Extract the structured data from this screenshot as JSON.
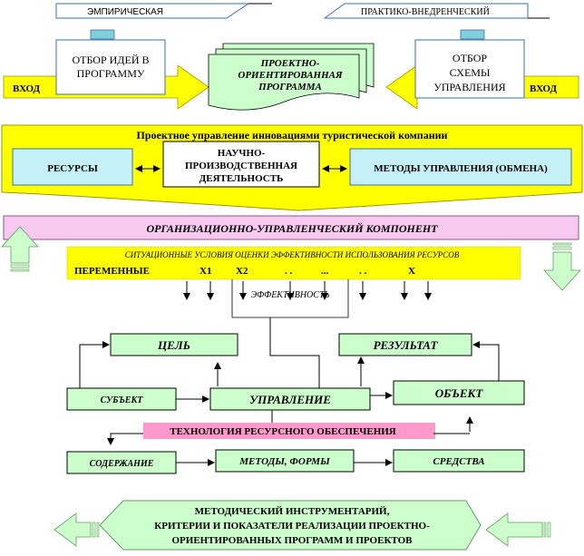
{
  "top": {
    "empirical": "ЭМПИРИЧЕСКАЯ",
    "practical": "ПРАКТИКО-ВНЕДРЕНЧЕСКИЙ"
  },
  "input_left": "ВХОД",
  "input_right": "ВХОД",
  "selection_ideas": [
    "ОТБОР ИДЕЙ В",
    "ПРОГРАММУ"
  ],
  "program": [
    "ПРОЕКТНО-",
    "ОРИЕНТИРОВАННАЯ",
    "ПРОГРАММА"
  ],
  "selection_scheme": [
    "ОТБОР",
    "СХЕМЫ",
    "УПРАВЛЕНИЯ"
  ],
  "innovation": {
    "title": "Проектное управление инновациями туристической компании",
    "resources": "РЕСУРСЫ",
    "activity": [
      "НАУЧНО-",
      "ПРОИЗВОДСТВЕННАЯ",
      "ДЕЯТЕЛЬНОСТЬ"
    ],
    "methods": "МЕТОДЫ УПРАВЛЕНИЯ (ОБМЕНА)"
  },
  "org_component": "ОРГАНИЗАЦИОННО-УПРАВЛЕНЧЕСКИЙ КОМПОНЕНТ",
  "conditions": {
    "title": "СИТУАЦИОННЫЕ УСЛОВИЯ ОЦЕНКИ ЭФФЕКТИВНОСТИ ИСПОЛЬЗОВАНИЯ РЕСУРСОВ",
    "variables": "ПЕРЕМЕННЫЕ",
    "x1": "X1",
    "x2": "X2",
    "dots1": ". .",
    "dots2": "...",
    "dots3": ". .",
    "x": "X"
  },
  "efficiency": "ЭФФЕКТИВНОСТЬ",
  "goal": "ЦЕЛЬ",
  "result": "РЕЗУЛЬТАТ",
  "subject": "СУБЪЕКТ",
  "management": "УПРАВЛЕНИЕ",
  "object": "ОБЪЕКТ",
  "technology": "ТЕХНОЛОГИЯ РЕСУРСНОГО ОБЕСПЕЧЕНИЯ",
  "content": "СОДЕРЖАНИЕ",
  "methods_forms": "МЕТОДЫ, ФОРМЫ",
  "means": "СРЕДСТВА",
  "toolkit": [
    "МЕТОДИЧЕСКИЙ ИНСТРУМЕНТАРИЙ,",
    "КРИТЕРИИ И ПОКАЗАТЕЛИ РЕАЛИЗАЦИИ ПРОЕКТНО-",
    "ОРИЕНТИРОВАННЫХ ПРОГРАММ И ПРОЕКТОВ"
  ]
}
